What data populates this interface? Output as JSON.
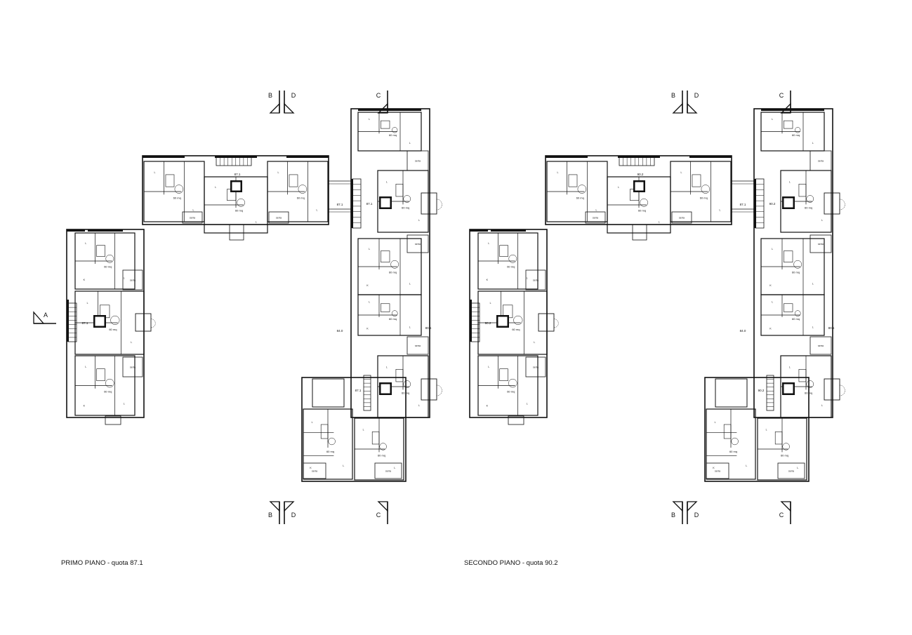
{
  "plans": [
    {
      "caption": "PRIMO PIANO - quota 87.1",
      "wing_labels": {
        "north": "87.1",
        "east": "87.1",
        "west": "87.1",
        "southeast": "87.1"
      },
      "bridge_label": "87.1",
      "level_left": "84.0",
      "level_right": "80.5",
      "show_section_a": true
    },
    {
      "caption": "SECONDO PIANO - quota 90.2",
      "wing_labels": {
        "north": "90.2",
        "east": "90.2",
        "west": "90.2",
        "southeast": "90.2"
      },
      "bridge_label": "87.1",
      "level_left": "84.0",
      "level_right": "80.5",
      "show_section_a": false
    }
  ],
  "section_markers": {
    "A": "A",
    "B": "B",
    "C": "C",
    "D": "D"
  },
  "room_labels": {
    "apartment_area": "60 mq",
    "living": "L",
    "kitchen": "K",
    "greenhouse": "serra"
  },
  "colors": {
    "line": "#111111",
    "background": "#ffffff"
  }
}
